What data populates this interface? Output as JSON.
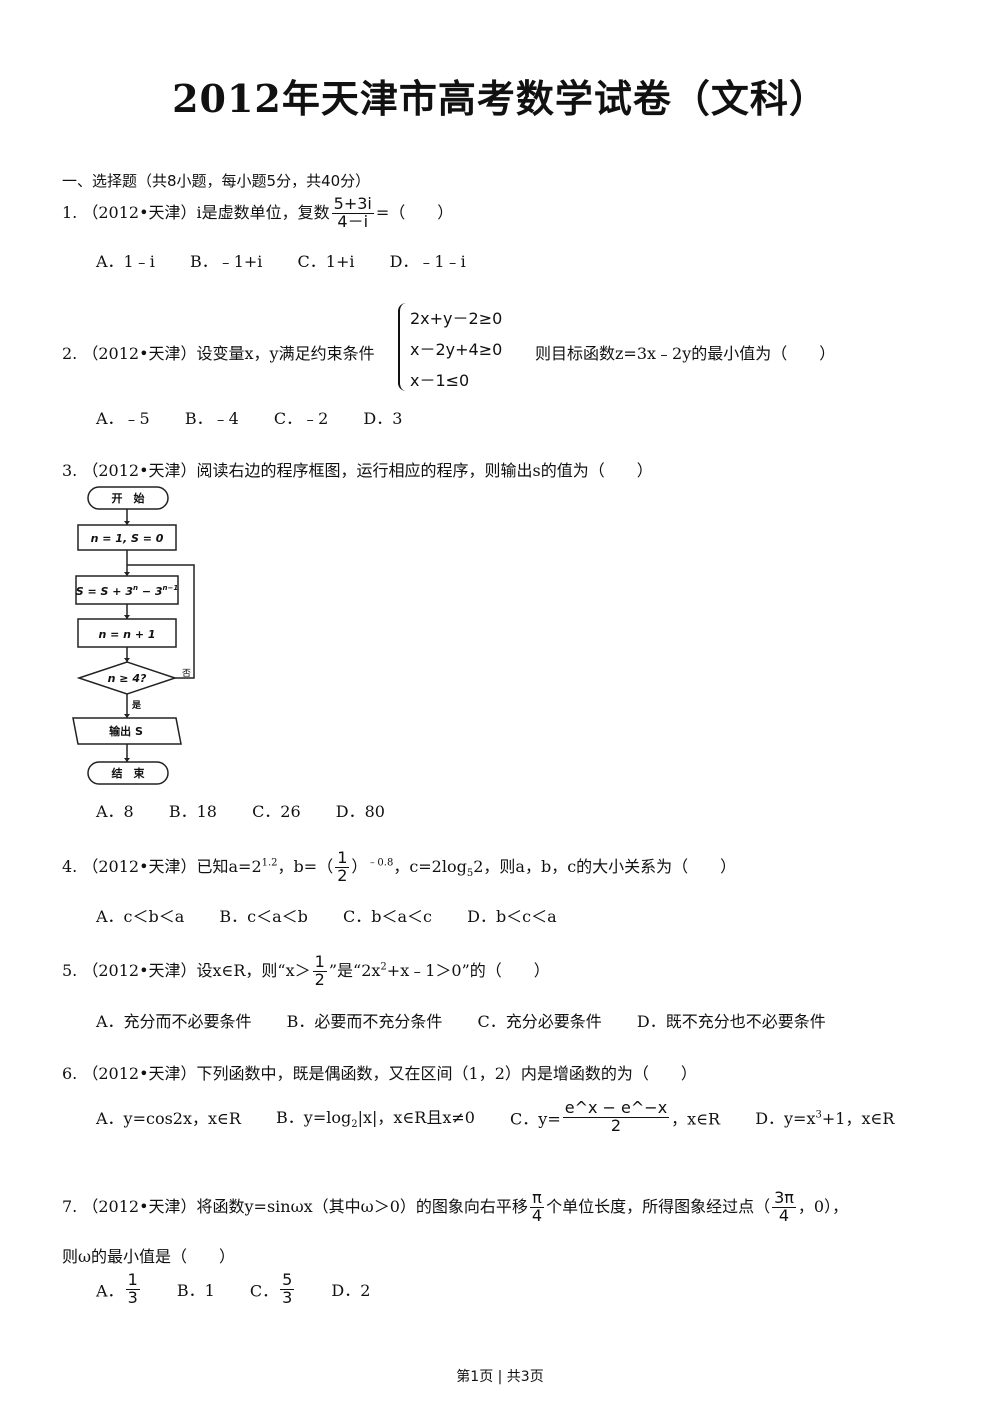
{
  "title": "2012年天津市高考数学试卷（文科）",
  "section": "一、选择题（共8小题，每小题5分，共40分）",
  "q1": {
    "pre": "1.  （2012•天津）i是虚数单位，复数",
    "frac_num": "5+3i",
    "frac_den": "4－i",
    "post": "=（　　）",
    "options": [
      "A．1﹣i",
      "B．﹣1+i",
      "C．1+i",
      "D．﹣1﹣i"
    ]
  },
  "q2": {
    "pre": "2.  （2012•天津）设变量x，y满足约束条件",
    "cons": [
      "2x+y－2≥0",
      "x－2y+4≥0",
      "x－1≤0"
    ],
    "post": "则目标函数z=3x﹣2y的最小值为（　　）",
    "options": [
      "A．﹣5",
      "B．﹣4",
      "C．﹣2",
      "D．3"
    ]
  },
  "q3": {
    "text": "3.  （2012•天津）阅读右边的程序框图，运行相应的程序，则输出s的值为（　　）",
    "flow": {
      "start": "开　始",
      "init": "n = 1, S = 0",
      "update_main": "S = S + 3",
      "update_exp1": "n",
      "update_mid": " − 3",
      "update_exp2": "n−1",
      "incr": "n = n + 1",
      "cond": "n ≥ 4?",
      "no": "否",
      "yes": "是",
      "output": "输出  S",
      "end": "结　束"
    },
    "options": [
      "A．8",
      "B．18",
      "C．26",
      "D．80"
    ]
  },
  "q4": {
    "pre": "4.  （2012•天津）已知a=2",
    "a_exp": "1.2",
    "mid1": "，b=（",
    "frac_num": "1",
    "frac_den": "2",
    "mid2": "）",
    "b_exp": "﹣0.8",
    "mid3": "，c=2log",
    "log_base": "5",
    "post": "2，则a，b，c的大小关系为（　　）",
    "options": [
      "A．c＜b＜a",
      "B．c＜a＜b",
      "C．b＜a＜c",
      "D．b＜c＜a"
    ]
  },
  "q5": {
    "pre": "5.  （2012•天津）设x∈R，则“x＞",
    "frac_num": "1",
    "frac_den": "2",
    "mid": "”是“2x",
    "exp": "2",
    "post": "+x﹣1＞0”的（　　）",
    "options": [
      "A．充分而不必要条件",
      "B．必要而不充分条件",
      "C．充分必要条件",
      "D．既不充分也不必要条件"
    ]
  },
  "q6": {
    "text": "6.  （2012•天津）下列函数中，既是偶函数，又在区间（1，2）内是增函数的为（　　）",
    "optA": "A．y=cos2x，x∈R",
    "optB_pre": "B．y=log",
    "optB_sub": "2",
    "optB_post": "|x|，x∈R且x≠0",
    "optC_pre": "C．y=",
    "optC_num": "e^x − e^−x",
    "optC_den": "2",
    "optC_post": "，x∈R",
    "optD_pre": "D．y=x",
    "optD_exp": "3",
    "optD_post": "+1，x∈R"
  },
  "q7": {
    "pre": "7.  （2012•天津）将函数y=sinωx（其中ω＞0）的图象向右平移",
    "frac1_num": "π",
    "frac1_den": "4",
    "mid": "个单位长度，所得图象经过点（",
    "frac2_num": "3π",
    "frac2_den": "4",
    "post": "，0），",
    "line2": "则ω的最小值是（　　）",
    "optA_pre": "A．",
    "optA_num": "1",
    "optA_den": "3",
    "optB": "B．1",
    "optC_pre": "C．",
    "optC_num": "5",
    "optC_den": "3",
    "optD": "D．2"
  },
  "footer": "第1页 | 共3页"
}
